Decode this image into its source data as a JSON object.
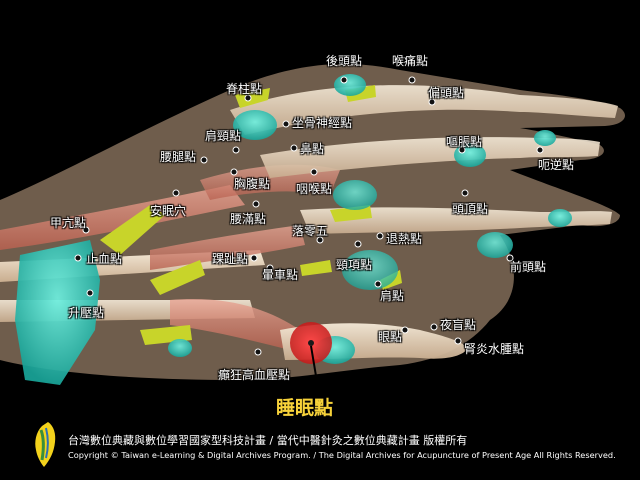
{
  "points": [
    {
      "id": "houtou",
      "label": "後頭點"
    },
    {
      "id": "houtong",
      "label": "喉痛點"
    },
    {
      "id": "jizhu",
      "label": "脊柱點"
    },
    {
      "id": "piantou",
      "label": "偏頭點"
    },
    {
      "id": "zuogu",
      "label": "坐骨神經點"
    },
    {
      "id": "jianjing",
      "label": "肩頸點"
    },
    {
      "id": "outu",
      "label": "嘔脹點"
    },
    {
      "id": "yaotui",
      "label": "腰腿點"
    },
    {
      "id": "bi",
      "label": "鼻點"
    },
    {
      "id": "eni",
      "label": "呃逆點"
    },
    {
      "id": "xiongfu",
      "label": "胸腹點"
    },
    {
      "id": "houlong",
      "label": "咽喉點"
    },
    {
      "id": "anmian_xue",
      "label": "安眠穴"
    },
    {
      "id": "dingtou",
      "label": "頭頂點"
    },
    {
      "id": "jiakang",
      "label": "甲亢點"
    },
    {
      "id": "yaoxi",
      "label": "腰滿點"
    },
    {
      "id": "luozhen",
      "label": "落零五"
    },
    {
      "id": "tuire",
      "label": "退熱點"
    },
    {
      "id": "zhixue",
      "label": "止血點"
    },
    {
      "id": "jingxiang",
      "label": "頸項點"
    },
    {
      "id": "qiantou",
      "label": "前頭點"
    },
    {
      "id": "huaidian",
      "label": "踝趾點"
    },
    {
      "id": "yunche",
      "label": "暈車點"
    },
    {
      "id": "jian",
      "label": "肩點"
    },
    {
      "id": "shengya",
      "label": "升壓點"
    },
    {
      "id": "yemang",
      "label": "夜盲點"
    },
    {
      "id": "yan",
      "label": "眼點"
    },
    {
      "id": "shenyan",
      "label": "腎炎水腫點"
    },
    {
      "id": "dianku",
      "label": "癲狂高血壓點"
    }
  ],
  "highlight": {
    "label": "睡眠點",
    "color": "#f7d23a",
    "marker_color": "#e8262b"
  },
  "footer": {
    "line1": "台灣數位典藏與數位學習國家型科技計畫 / 當代中醫針灸之數位典藏計畫 版權所有",
    "line2": "Copyright © Taiwan e-Learning & Digital Archives Program. / The Digital Archives for Acupuncture of Present Age All Rights Reserved."
  },
  "colors": {
    "background": "#000000",
    "muscle": "#d98c7a",
    "tendon": "#f0dcc6",
    "ligament": "#c8d42a",
    "cartilage": "#28c4b8"
  }
}
